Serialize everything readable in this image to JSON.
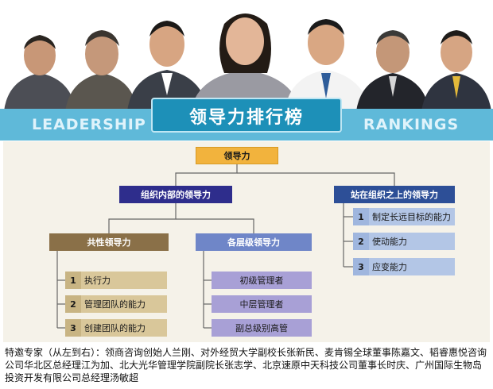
{
  "banner": {
    "left_text": "LEADERSHIP",
    "title": "领导力排行榜",
    "right_text": "RANKINGS"
  },
  "diagram": {
    "root": "领导力",
    "branch_inner": {
      "label": "组织内部的领导力",
      "common": {
        "label": "共性领导力",
        "items": [
          {
            "num": "1",
            "label": "执行力"
          },
          {
            "num": "2",
            "label": "管理团队的能力"
          },
          {
            "num": "3",
            "label": "创建团队的能力"
          }
        ]
      },
      "levels": {
        "label": "各层级领导力",
        "items": [
          "初级管理者",
          "中层管理者",
          "副总级别高管"
        ]
      }
    },
    "branch_above": {
      "label": "站在组织之上的领导力",
      "items": [
        {
          "num": "1",
          "label": "制定长远目标的能力"
        },
        {
          "num": "2",
          "label": "使动能力"
        },
        {
          "num": "3",
          "label": "应变能力"
        }
      ]
    }
  },
  "caption": "特邀专家（从左到右）：领商咨询创始人兰刚、对外经贸大学副校长张新民、麦肯锡全球董事陈嘉文、韬睿惠悦咨询公司华北区总经理江为加、北大光华管理学院副院长张志学、北京速原中天科技公司董事长时庆、广州国际生物岛投资开发有限公司总经理汤敏超",
  "colors": {
    "banner": "#5fb9d9",
    "banner_tab": "#1d90b8",
    "root": "#f2b33d",
    "inner": "#2e2d8c",
    "above": "#2d4f97",
    "common": "#8a7048",
    "levels": "#6f86c8",
    "panel": "#f5f2e9"
  }
}
